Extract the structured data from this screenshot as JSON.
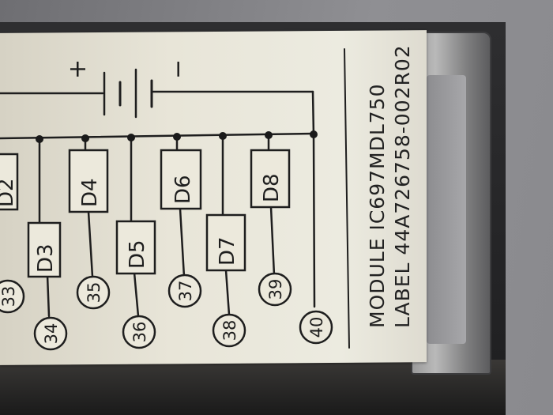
{
  "label": {
    "module_line": "MODULE  IC697MDL750",
    "label_line": "LABEL  44A726758-002R02"
  },
  "battery": {
    "plus": "+",
    "minus": "−"
  },
  "devices": [
    {
      "id": "D2",
      "label": "D2"
    },
    {
      "id": "D3",
      "label": "D3"
    },
    {
      "id": "D4",
      "label": "D4"
    },
    {
      "id": "D5",
      "label": "D5"
    },
    {
      "id": "D6",
      "label": "D6"
    },
    {
      "id": "D7",
      "label": "D7"
    },
    {
      "id": "D8",
      "label": "D8"
    }
  ],
  "terminals": [
    "33",
    "34",
    "35",
    "36",
    "37",
    "38",
    "39",
    "40"
  ]
}
